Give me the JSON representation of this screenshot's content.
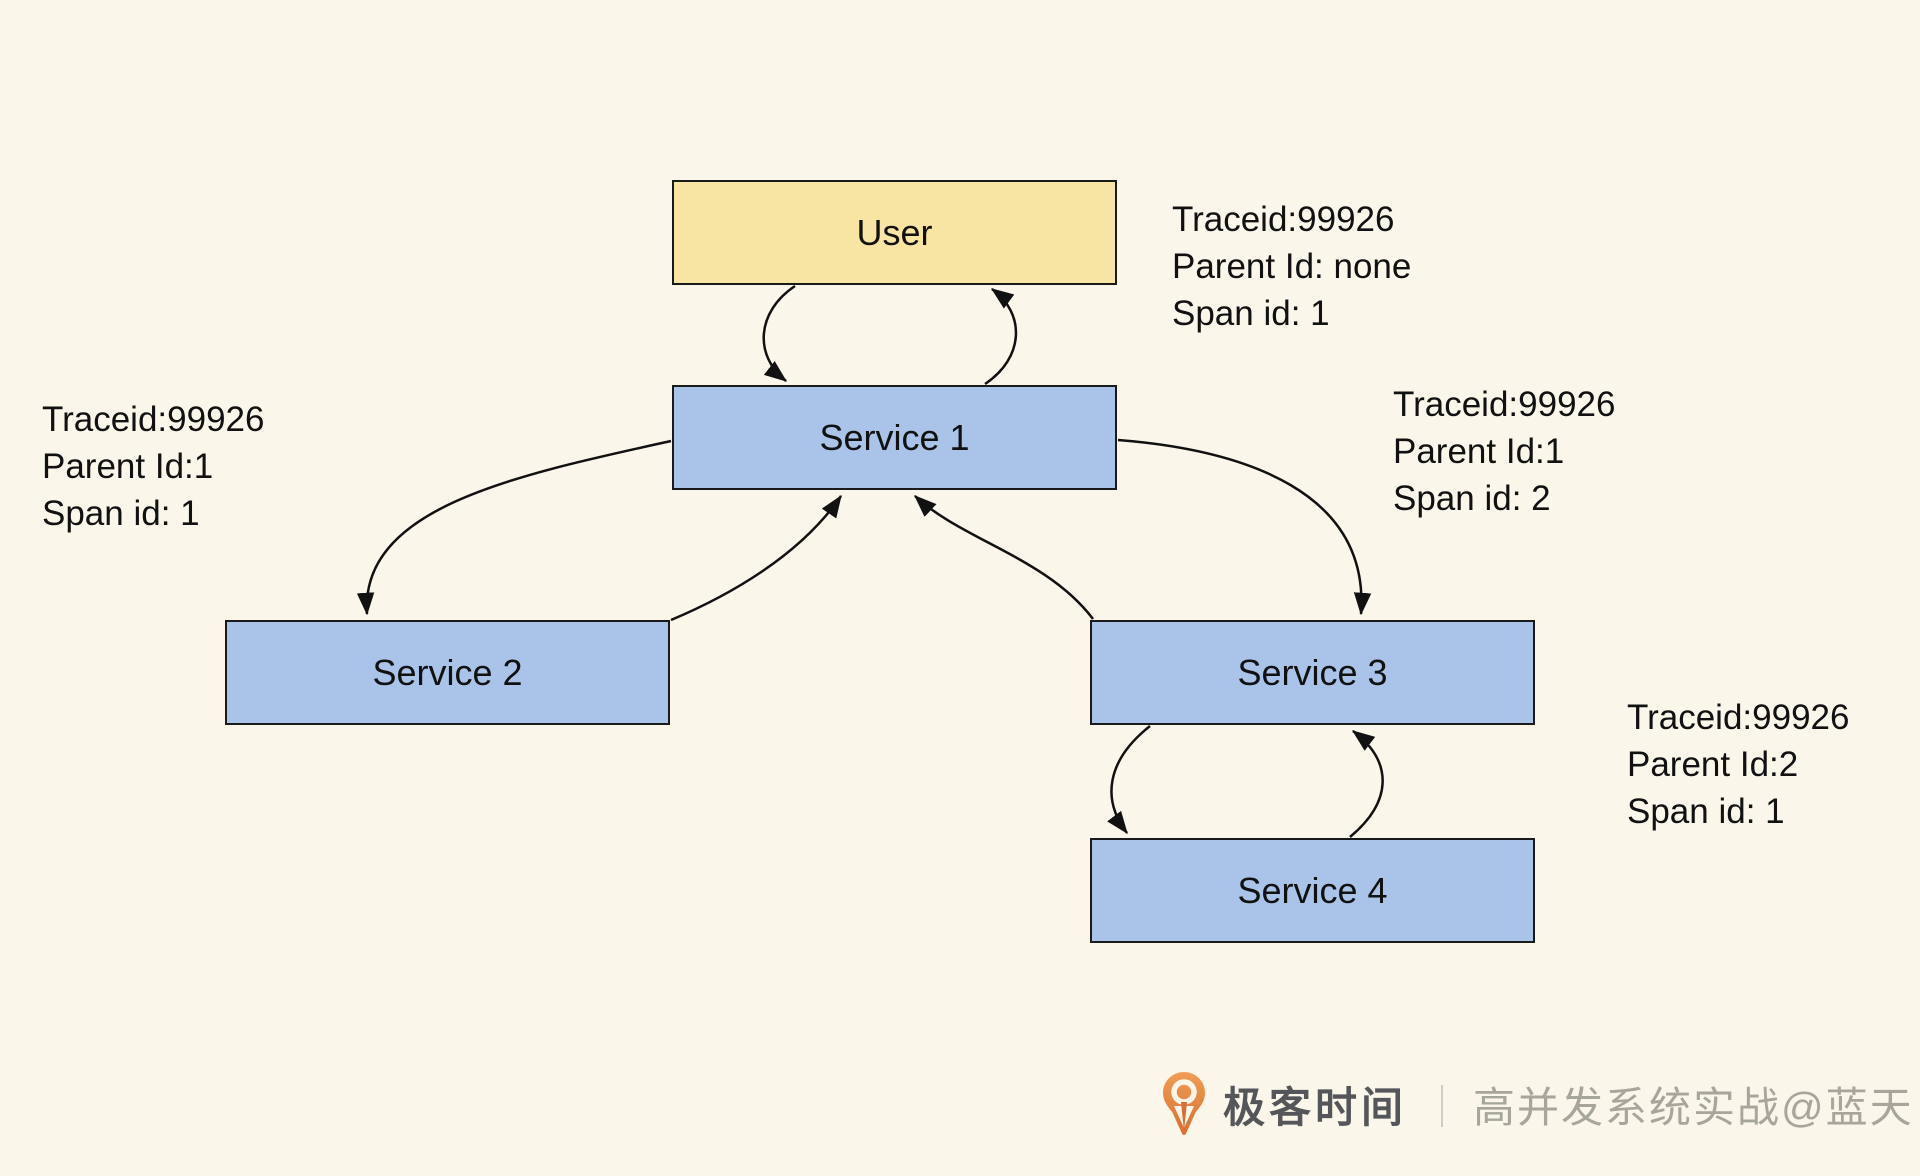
{
  "diagram": {
    "nodes": [
      {
        "id": "user",
        "label": "User"
      },
      {
        "id": "service1",
        "label": "Service 1"
      },
      {
        "id": "service2",
        "label": "Service 2"
      },
      {
        "id": "service3",
        "label": "Service 3"
      },
      {
        "id": "service4",
        "label": "Service 4"
      }
    ],
    "edges": [
      {
        "from": "user",
        "to": "service1"
      },
      {
        "from": "service1",
        "to": "user"
      },
      {
        "from": "service1",
        "to": "service2"
      },
      {
        "from": "service2",
        "to": "service1"
      },
      {
        "from": "service1",
        "to": "service3"
      },
      {
        "from": "service3",
        "to": "service1"
      },
      {
        "from": "service3",
        "to": "service4"
      },
      {
        "from": "service4",
        "to": "service3"
      }
    ],
    "annotations": [
      {
        "id": "user-trace",
        "lines": [
          "Traceid:99926",
          "Parent Id: none",
          "Span id: 1"
        ]
      },
      {
        "id": "service2-trace",
        "lines": [
          "Traceid:99926",
          "Parent Id:1",
          "Span id: 1"
        ]
      },
      {
        "id": "service3-trace",
        "lines": [
          "Traceid:99926",
          "Parent Id:1",
          "Span id: 2"
        ]
      },
      {
        "id": "service4-trace",
        "lines": [
          "Traceid:99926",
          "Parent Id:2",
          "Span id: 1"
        ]
      }
    ]
  },
  "watermark": {
    "brand": "极客时间",
    "separator": "｜",
    "caption": "高并发系统实战@蓝天"
  },
  "colors": {
    "background": "#faf6e9",
    "user_fill": "#f9e5a3",
    "service_fill": "#a9c4e8",
    "stroke": "#1a1a1a",
    "brand_orange_light": "#f09d55",
    "brand_orange_dark": "#d96e2f",
    "brand_text": "#55565a",
    "caption_text": "#a6a69b"
  }
}
